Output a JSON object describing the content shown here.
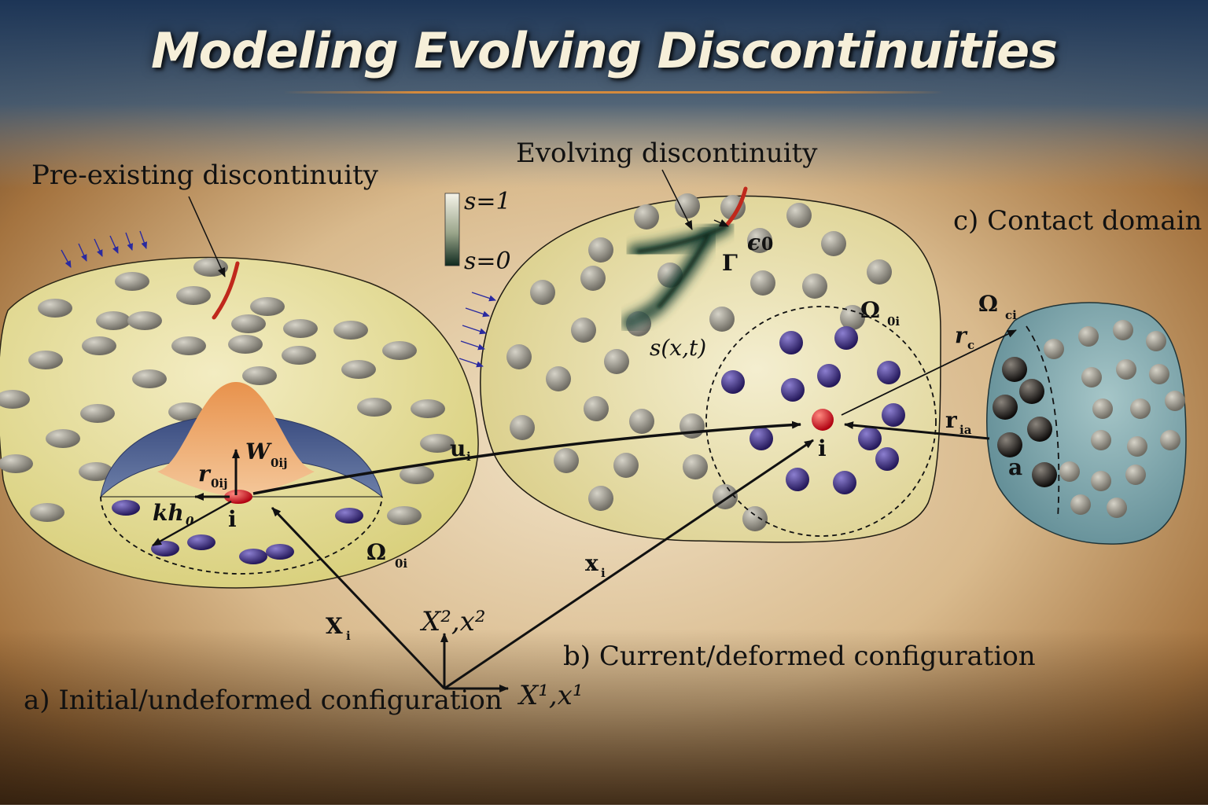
{
  "title": "Modeling Evolving Discontinuities",
  "labels": {
    "pre_existing": "Pre-existing discontinuity",
    "evolving": "Evolving discontinuity",
    "contact_domain": "c) Contact domain",
    "current_config": "b) Current/deformed configuration",
    "initial_config": "a) Initial/undeformed configuration"
  },
  "colorbar": {
    "top": "s=1",
    "bottom": "s=0"
  },
  "symbols": {
    "i": "i",
    "a": "a",
    "W": "W",
    "W_sub": "0ij",
    "r0": "r",
    "r0_sub": "0ij",
    "kh": "kh",
    "kh_sub": "0",
    "omega": "Ω",
    "omega_left_sub": "0i",
    "omega_mid_sub": "0i",
    "omega_c_sub": "ci",
    "u": "u",
    "u_sub": "i",
    "X": "X",
    "X_sub": "i",
    "x": "x",
    "x_sub": "i",
    "r_c": "r",
    "r_c_sub": "c",
    "r_ia": "r",
    "r_ia_sub": "ia",
    "gamma": "Γ",
    "epsilon": "ϵ",
    "epsilon_sub": "0",
    "s_xt": "s(x,t)",
    "axis_vertical": "X²,x²",
    "axis_horizontal": "X¹,x¹"
  },
  "colors": {
    "domain_fill": "#ece4a4",
    "contact_fill": "#7fa7ad",
    "discontinuity": "#c0281c",
    "node_purple": "#3a2a7a",
    "node_gray": "#8d8a80",
    "node_black": "#1b1816",
    "focus_node": "#e0141c"
  }
}
